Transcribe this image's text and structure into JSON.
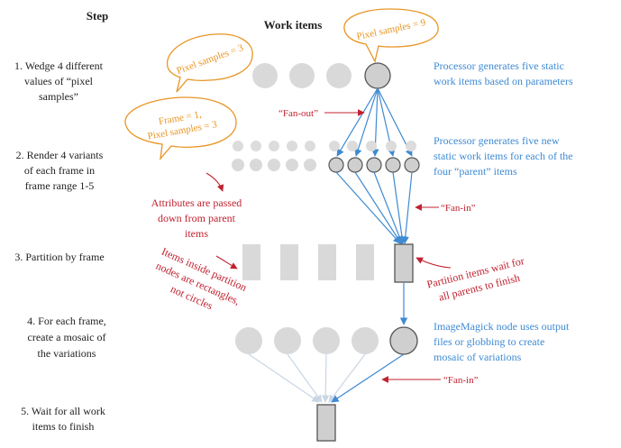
{
  "colors": {
    "blue": "#3e8ad3",
    "red": "#c0212f",
    "orange": "#e89524",
    "dark": "#222222",
    "item_fill_active": "#cfcfcf",
    "item_fill_faded": "#d9d9d9",
    "item_stroke": "#555555",
    "faded_arrow": "#c9d6e3"
  },
  "headers": {
    "step": "Step",
    "work_items": "Work items"
  },
  "steps": [
    {
      "lines": [
        "1. Wedge 4 different",
        "values of “pixel",
        "samples”"
      ]
    },
    {
      "lines": [
        "2. Render 4 variants",
        "of each frame in",
        "frame range 1-5"
      ]
    },
    {
      "lines": [
        "3. Partition by frame"
      ]
    },
    {
      "lines": [
        "4. For each frame,",
        "create a mosaic of",
        "the variations"
      ]
    },
    {
      "lines": [
        "5. Wait for all work",
        "items to finish"
      ]
    }
  ],
  "blue_notes": [
    {
      "lines": [
        "Processor generates five static",
        "work items based on parameters"
      ]
    },
    {
      "lines": [
        "Processor generates five new",
        "static work items for each of the",
        "four “parent” items"
      ]
    },
    {
      "lines": [
        "ImageMagick node uses output",
        "files or globbing to create",
        "mosaic of variations"
      ]
    }
  ],
  "red_notes": {
    "fan_out": "“Fan-out”",
    "fan_in_1": "“Fan-in”",
    "fan_in_2": "“Fan-in”",
    "attributes": [
      "Attributes are passed",
      "down from parent",
      "items"
    ],
    "partition_wait": [
      "Partition items wait for",
      "all parents to finish"
    ],
    "partition_shape": [
      "Items inside partition",
      "nodes are rectangles,",
      "not circles"
    ]
  },
  "bubbles": {
    "pixel3": [
      "Pixel samples = 3"
    ],
    "pixel9": [
      "Pixel samples = 9"
    ],
    "frame": [
      "Frame = 1,",
      "Pixel samples = 3"
    ]
  }
}
